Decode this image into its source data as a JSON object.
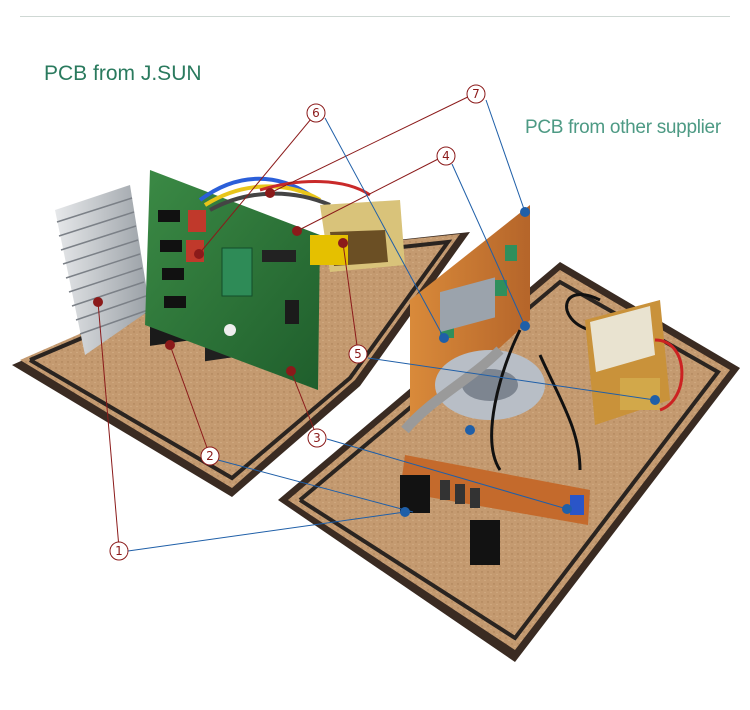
{
  "labels": {
    "left_title": "PCB from J.SUN",
    "right_title": "PCB from other supplier"
  },
  "callouts": [
    "1",
    "2",
    "3",
    "4",
    "5",
    "6",
    "7"
  ],
  "colors": {
    "left_title": "#2a7a5e",
    "right_title": "#4d9a84",
    "jsun_line": "#8b1a1a",
    "other_line": "#1f5fa8",
    "board": "#c79a6d",
    "pcb_green": "#2f7a3a"
  }
}
